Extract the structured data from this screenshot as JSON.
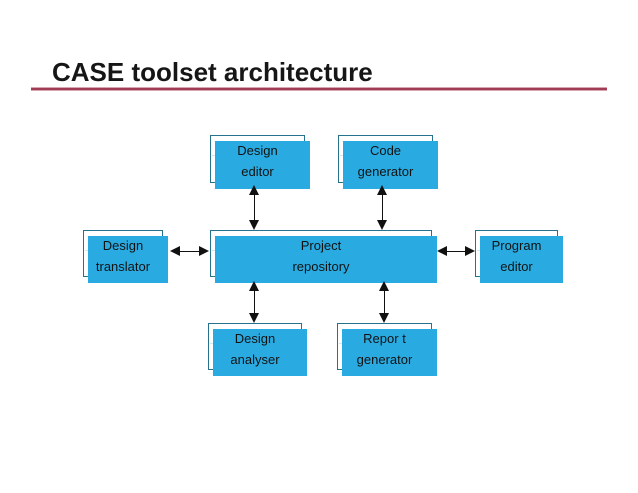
{
  "slide": {
    "title": "CASE toolset architecture",
    "title_color": "#161616",
    "rule_color": "#a23c54",
    "background_color": "#ffffff"
  },
  "diagram": {
    "box_fill": "#ffffff",
    "box_border_color": "#26718e",
    "shadow_color": "#29abe2",
    "arrow_color": "#111111",
    "nodes": [
      {
        "id": "design-editor",
        "line1": "Design",
        "line2": "editor"
      },
      {
        "id": "code-generator",
        "line1": "Code",
        "line2": "generator"
      },
      {
        "id": "design-translator",
        "line1": "Design",
        "line2": "translator"
      },
      {
        "id": "project-repository",
        "line1": "Project",
        "line2": "repository"
      },
      {
        "id": "program-editor",
        "line1": "Program",
        "line2": "editor"
      },
      {
        "id": "design-analyser",
        "line1": "Design",
        "line2": "analyser"
      },
      {
        "id": "report-generator",
        "line1": "Repor t",
        "line2": "generator"
      }
    ],
    "connections": [
      {
        "from": "design-editor",
        "to": "project-repository",
        "style": "double-headed"
      },
      {
        "from": "code-generator",
        "to": "project-repository",
        "style": "double-headed"
      },
      {
        "from": "design-translator",
        "to": "project-repository",
        "style": "double-headed"
      },
      {
        "from": "project-repository",
        "to": "program-editor",
        "style": "double-headed"
      },
      {
        "from": "project-repository",
        "to": "design-analyser",
        "style": "double-headed"
      },
      {
        "from": "project-repository",
        "to": "report-generator",
        "style": "double-headed"
      }
    ]
  }
}
